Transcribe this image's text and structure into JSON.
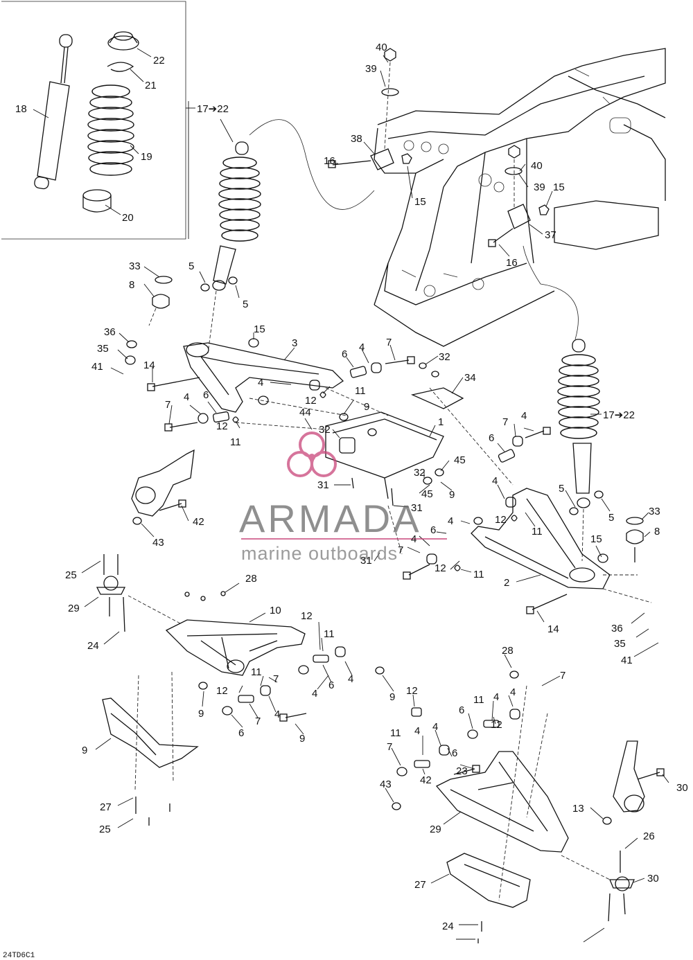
{
  "watermark": {
    "brand": "ARMADA",
    "tagline": "marine outboards",
    "accent_color": "#c9467a"
  },
  "ref_code": "24TD6C1",
  "callouts": [
    {
      "id": "c22",
      "text": "22"
    },
    {
      "id": "c21",
      "text": "21"
    },
    {
      "id": "c18",
      "text": "18"
    },
    {
      "id": "c19",
      "text": "19"
    },
    {
      "id": "c20",
      "text": "20"
    },
    {
      "id": "c17a",
      "text": "17➔22"
    },
    {
      "id": "c40a",
      "text": "40"
    },
    {
      "id": "c39a",
      "text": "39"
    },
    {
      "id": "c38",
      "text": "38"
    },
    {
      "id": "c16a",
      "text": "16"
    },
    {
      "id": "c15a",
      "text": "15"
    },
    {
      "id": "c40b",
      "text": "40"
    },
    {
      "id": "c39b",
      "text": "39"
    },
    {
      "id": "c15b",
      "text": "15"
    },
    {
      "id": "c37",
      "text": "37"
    },
    {
      "id": "c16b",
      "text": "16"
    },
    {
      "id": "c33a",
      "text": "33"
    },
    {
      "id": "c8a",
      "text": "8"
    },
    {
      "id": "c5a",
      "text": "5"
    },
    {
      "id": "c5b",
      "text": "5"
    },
    {
      "id": "c36a",
      "text": "36"
    },
    {
      "id": "c15c",
      "text": "15"
    },
    {
      "id": "c3",
      "text": "3"
    },
    {
      "id": "c35a",
      "text": "35"
    },
    {
      "id": "c41a",
      "text": "41"
    },
    {
      "id": "c14a",
      "text": "14"
    },
    {
      "id": "c6a",
      "text": "6"
    },
    {
      "id": "c4a",
      "text": "4"
    },
    {
      "id": "c7a",
      "text": "7"
    },
    {
      "id": "c32a",
      "text": "32"
    },
    {
      "id": "c34",
      "text": "34"
    },
    {
      "id": "c4b",
      "text": "4"
    },
    {
      "id": "c12a",
      "text": "12"
    },
    {
      "id": "c11a",
      "text": "11"
    },
    {
      "id": "c9a",
      "text": "9"
    },
    {
      "id": "c7b",
      "text": "7"
    },
    {
      "id": "c4c",
      "text": "4"
    },
    {
      "id": "c6b",
      "text": "6"
    },
    {
      "id": "c44",
      "text": "44"
    },
    {
      "id": "c12b",
      "text": "12"
    },
    {
      "id": "c11b",
      "text": "11"
    },
    {
      "id": "c32b",
      "text": "32"
    },
    {
      "id": "c1",
      "text": "1"
    },
    {
      "id": "c17b",
      "text": "17➔22"
    },
    {
      "id": "c4d",
      "text": "4"
    },
    {
      "id": "c7c",
      "text": "7"
    },
    {
      "id": "c6c",
      "text": "6"
    },
    {
      "id": "c45a",
      "text": "45"
    },
    {
      "id": "c32c",
      "text": "32"
    },
    {
      "id": "c9b",
      "text": "9"
    },
    {
      "id": "c31a",
      "text": "31"
    },
    {
      "id": "c45b",
      "text": "45"
    },
    {
      "id": "c42a",
      "text": "42"
    },
    {
      "id": "c43a",
      "text": "43"
    },
    {
      "id": "c31b",
      "text": "31"
    },
    {
      "id": "c4e",
      "text": "4"
    },
    {
      "id": "c12c",
      "text": "12"
    },
    {
      "id": "c11c",
      "text": "11"
    },
    {
      "id": "c5c",
      "text": "5"
    },
    {
      "id": "c5d",
      "text": "5"
    },
    {
      "id": "c33b",
      "text": "33"
    },
    {
      "id": "c8b",
      "text": "8"
    },
    {
      "id": "c4f",
      "text": "4"
    },
    {
      "id": "c6d",
      "text": "6"
    },
    {
      "id": "c31c",
      "text": "31"
    },
    {
      "id": "c4g",
      "text": "4"
    },
    {
      "id": "c7d",
      "text": "7"
    },
    {
      "id": "c12d",
      "text": "12"
    },
    {
      "id": "c11d",
      "text": "11"
    },
    {
      "id": "c15d",
      "text": "15"
    },
    {
      "id": "c2",
      "text": "2"
    },
    {
      "id": "c25a",
      "text": "25"
    },
    {
      "id": "c28a",
      "text": "28"
    },
    {
      "id": "c29a",
      "text": "29"
    },
    {
      "id": "c10",
      "text": "10"
    },
    {
      "id": "c12e",
      "text": "12"
    },
    {
      "id": "c14b",
      "text": "14"
    },
    {
      "id": "c24a",
      "text": "24"
    },
    {
      "id": "c11e",
      "text": "11"
    },
    {
      "id": "c36b",
      "text": "36"
    },
    {
      "id": "c35b",
      "text": "35"
    },
    {
      "id": "c41b",
      "text": "41"
    },
    {
      "id": "c11f",
      "text": "11"
    },
    {
      "id": "c7e",
      "text": "7"
    },
    {
      "id": "c4h",
      "text": "4"
    },
    {
      "id": "c6e",
      "text": "6"
    },
    {
      "id": "c4i",
      "text": "4"
    },
    {
      "id": "c12f",
      "text": "12"
    },
    {
      "id": "c9c",
      "text": "9"
    },
    {
      "id": "c9d",
      "text": "9"
    },
    {
      "id": "c4j",
      "text": "4"
    },
    {
      "id": "c6f",
      "text": "6"
    },
    {
      "id": "c7f",
      "text": "7"
    },
    {
      "id": "c9e",
      "text": "9"
    },
    {
      "id": "c28b",
      "text": "28"
    },
    {
      "id": "c7g",
      "text": "7"
    },
    {
      "id": "c12g",
      "text": "12"
    },
    {
      "id": "c11g",
      "text": "11"
    },
    {
      "id": "c4k",
      "text": "4"
    },
    {
      "id": "c4l",
      "text": "4"
    },
    {
      "id": "c6g",
      "text": "6"
    },
    {
      "id": "c12h",
      "text": "12"
    },
    {
      "id": "c11h",
      "text": "11"
    },
    {
      "id": "c4m",
      "text": "4"
    },
    {
      "id": "c4n",
      "text": "4"
    },
    {
      "id": "c7h",
      "text": "7"
    },
    {
      "id": "c6h",
      "text": "6"
    },
    {
      "id": "c23",
      "text": "23"
    },
    {
      "id": "c42b",
      "text": "42"
    },
    {
      "id": "c9f",
      "text": "9"
    },
    {
      "id": "c30a",
      "text": "30"
    },
    {
      "id": "c43b",
      "text": "43"
    },
    {
      "id": "c27a",
      "text": "27"
    },
    {
      "id": "c13",
      "text": "13"
    },
    {
      "id": "c25b",
      "text": "25"
    },
    {
      "id": "c29b",
      "text": "29"
    },
    {
      "id": "c26",
      "text": "26"
    },
    {
      "id": "c30b",
      "text": "30"
    },
    {
      "id": "c27b",
      "text": "27"
    },
    {
      "id": "c24b",
      "text": "24"
    }
  ]
}
